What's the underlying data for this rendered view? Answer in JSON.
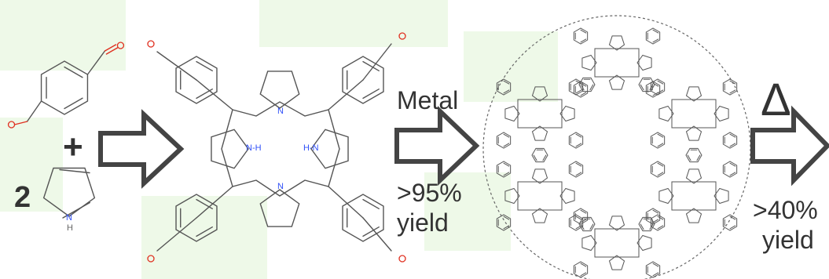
{
  "reactants": {
    "plus": "+",
    "pyrrole_coefficient": "2",
    "pyrrole_n": "N",
    "pyrrole_h": "H"
  },
  "porphyrin": {
    "nh_left": "N-H",
    "nh_right": "H-N",
    "n_top": "N",
    "n_bottom": "N"
  },
  "step1": {
    "reagent": "Metal",
    "yield_value": ">95%",
    "yield_word": "yield"
  },
  "step2": {
    "reagent_symbol": "Δ",
    "yield_value": ">40%",
    "yield_word": "yield"
  },
  "colors": {
    "bond": "#555555",
    "arrow_outline": "#444444",
    "oxygen": "#e03020",
    "nitrogen": "#3050f8",
    "dashed_circle": "#666666",
    "background_patch": "#eef9e8"
  }
}
